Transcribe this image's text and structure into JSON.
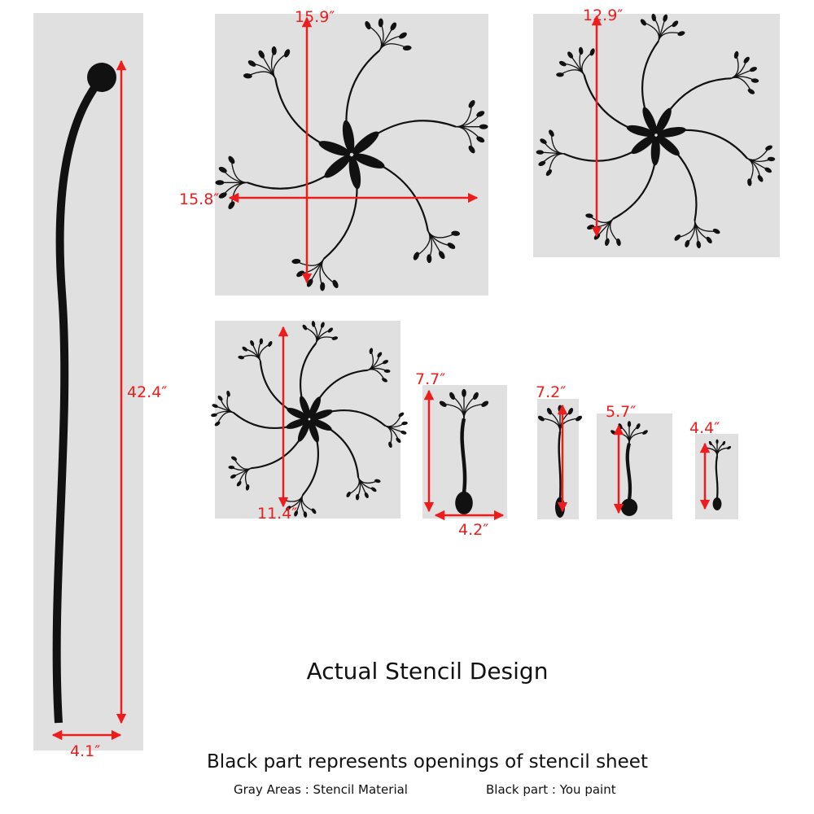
{
  "colors": {
    "panel": "#e0e0e0",
    "ink": "#111111",
    "dimension": "#ee1c1c"
  },
  "dimensions": {
    "stem_height": "42.4″",
    "stem_width": "4.1″",
    "large_flower_height": "15.9″",
    "large_flower_width": "15.8″",
    "medium_flower_height": "12.9″",
    "small_flower_height": "11.4″",
    "seed1_height": "7.7″",
    "seed1_width": "4.2″",
    "seed2_height": "7.2″",
    "seed3_height": "5.7″",
    "seed4_height": "4.4″"
  },
  "captions": {
    "title": "Actual Stencil Design",
    "subtitle": "Black part represents openings of stencil sheet",
    "legend_gray": "Gray Areas : Stencil Material",
    "legend_black": "Black part : You paint"
  }
}
